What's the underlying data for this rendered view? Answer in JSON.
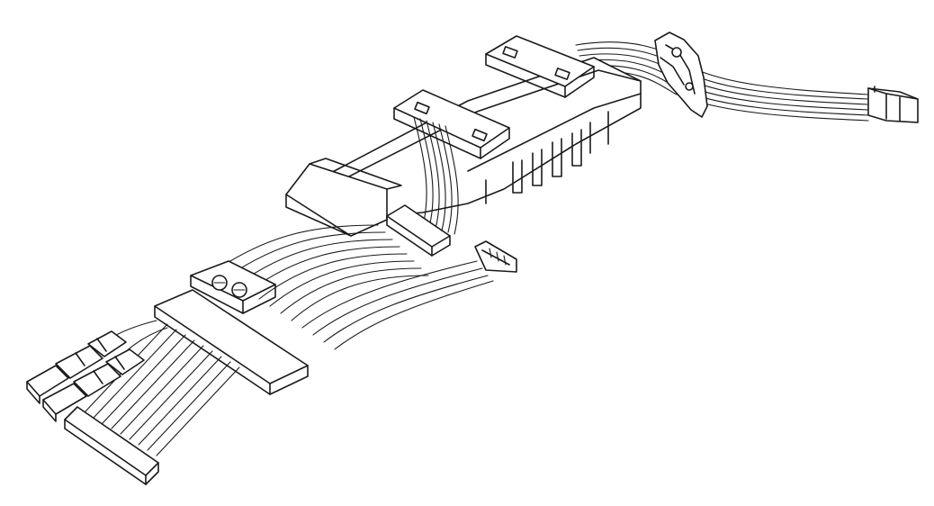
{
  "figure": {
    "subject": "cable-harness-assembly",
    "style": "black-line-art",
    "colors": {
      "line": "#1a1a1a",
      "background": "#ffffff"
    },
    "parts": [
      "left-ribbon-connector",
      "left-plug-top",
      "left-plug-bottom",
      "front-clamp",
      "middle-clamp",
      "rear-clamp",
      "connector-housing",
      "small-side-connector",
      "right-end-connector",
      "strain-relief-grommet"
    ]
  }
}
